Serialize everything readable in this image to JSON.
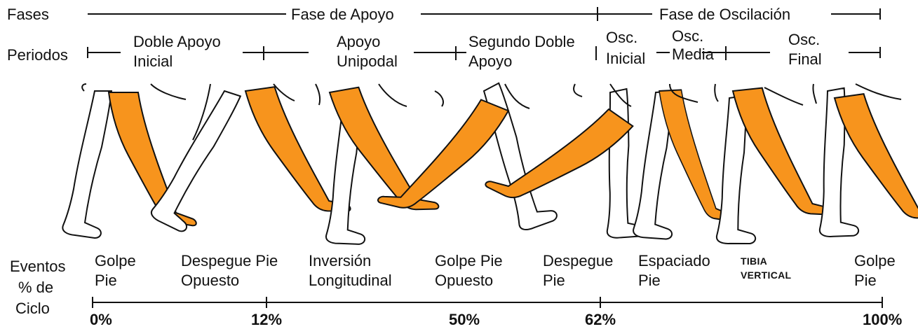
{
  "rows": {
    "fases": "Fases",
    "periodos": "Periodos",
    "eventos_line1": "Eventos",
    "eventos_line2": "% de",
    "eventos_line3": "Ciclo"
  },
  "phases": [
    {
      "label": "Fase de Apoyo"
    },
    {
      "label": "Fase de Oscilación"
    }
  ],
  "periods": [
    {
      "line1": "Doble Apoyo",
      "line2": "Inicial"
    },
    {
      "line1": "Apoyo",
      "line2": "Unipodal"
    },
    {
      "line1": "Segundo Doble",
      "line2": "Apoyo"
    },
    {
      "line1": "Osc.",
      "line2": "Inicial"
    },
    {
      "line1": "Osc.",
      "line2": "Media"
    },
    {
      "line1": "Osc.",
      "line2": "Final"
    }
  ],
  "events": [
    {
      "line1": "Golpe",
      "line2": "Pie"
    },
    {
      "line1": "Despegue Pie",
      "line2": "Opuesto"
    },
    {
      "line1": "Inversión",
      "line2": "Longitudinal"
    },
    {
      "line1": "Golpe Pie",
      "line2": "Opuesto"
    },
    {
      "line1": "Despegue",
      "line2": "Pie"
    },
    {
      "line1": "Espaciado",
      "line2": "Pie"
    },
    {
      "line1": "TIBIA",
      "line2": "VERTICAL"
    },
    {
      "line1": "Golpe",
      "line2": "Pie"
    }
  ],
  "percentages": [
    "0%",
    "12%",
    "50%",
    "62%",
    "100%"
  ],
  "colors": {
    "highlight_leg": "#f7941d",
    "outline": "#111111",
    "line": "#111111"
  }
}
